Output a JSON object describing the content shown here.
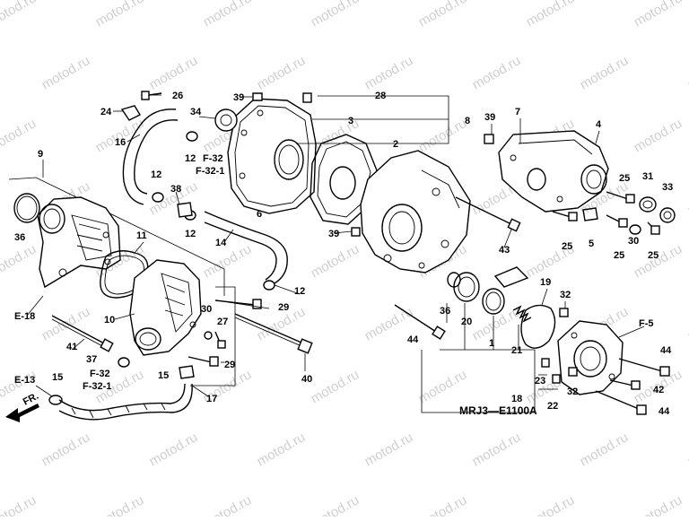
{
  "diagram": {
    "code": "MRJ3—E1100A",
    "watermark": "motod.ru",
    "front_arrow": "FR.",
    "callouts": {
      "c1": "1",
      "c2": "2",
      "c3": "3",
      "c4": "4",
      "c5": "5",
      "c6": "6",
      "c7": "7",
      "c8": "8",
      "c9": "9",
      "c10": "10",
      "c11": "11",
      "c12a": "12",
      "c12b": "12",
      "c12c": "12",
      "c12d": "12",
      "c13": "E-13",
      "c14": "14",
      "c15a": "15",
      "c15b": "15",
      "c16": "16",
      "c17": "17",
      "c18": "18",
      "c19": "19",
      "c20": "20",
      "c21": "21",
      "c22": "22",
      "c23": "23",
      "c24": "24",
      "c25a": "25",
      "c25b": "25",
      "c25c": "25",
      "c25d": "25",
      "c26": "26",
      "c27": "27",
      "c28": "28",
      "c29a": "29",
      "c29b": "29",
      "c30a": "30",
      "c30b": "30",
      "c31": "31",
      "c32a": "32",
      "c32b": "32",
      "c33": "33",
      "c34": "34",
      "c36a": "36",
      "c36b": "36",
      "c37": "37",
      "c38": "38",
      "c39a": "39",
      "c39b": "39",
      "c39c": "39",
      "c40": "40",
      "c41": "41",
      "c42": "42",
      "c43": "43",
      "c44a": "44",
      "c44b": "44",
      "c44c": "44",
      "e18": "E-18",
      "f5": "F-5",
      "f32a": "F-32",
      "f321a": "F-32-1",
      "f32b": "F-32",
      "f321b": "F-32-1"
    }
  }
}
